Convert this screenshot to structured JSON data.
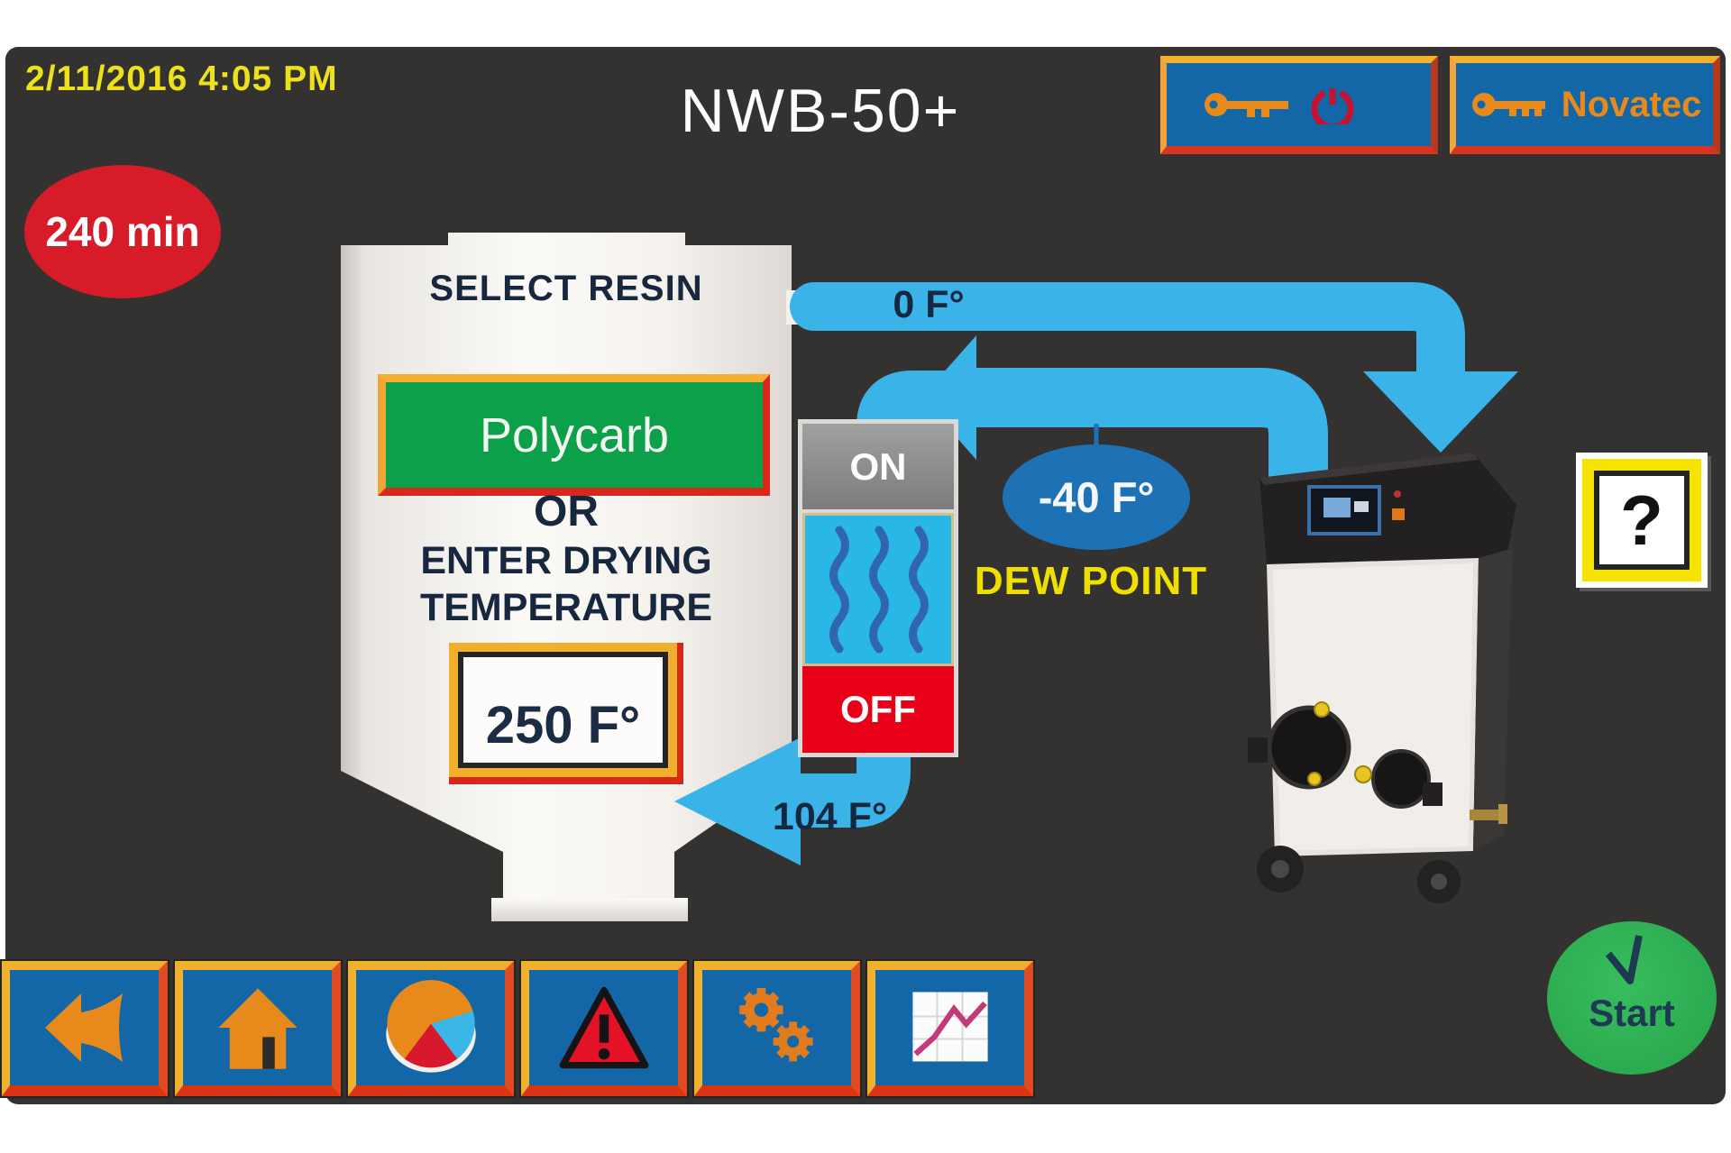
{
  "header": {
    "datetime": "2/11/2016 4:05 PM",
    "title": "NWB-50+",
    "timer_badge": "240 min"
  },
  "topbar": {
    "logout_button_icon": "key-power-icon",
    "novatec_button_label": "Novatec"
  },
  "hopper": {
    "prompt": "SELECT RESIN",
    "resin_value": "Polycarb",
    "or_label": "OR",
    "enter_line1": "ENTER DRYING",
    "enter_line2": "TEMPERATURE",
    "setpoint": "250 F°"
  },
  "heater": {
    "on_label": "ON",
    "off_label": "OFF"
  },
  "flow": {
    "supply_temp": "0 F°",
    "return_temp": "104 F°",
    "dew_point_value": "-40 F°",
    "dew_point_label": "DEW POINT"
  },
  "help_button": {
    "label": "?"
  },
  "start_button": {
    "label": "Start"
  },
  "nav": {
    "items": [
      {
        "name": "back",
        "icon": "back-arrow-icon"
      },
      {
        "name": "home",
        "icon": "home-icon"
      },
      {
        "name": "reports",
        "icon": "pie-chart-icon"
      },
      {
        "name": "alarms",
        "icon": "warning-triangle-icon"
      },
      {
        "name": "settings",
        "icon": "gears-icon"
      },
      {
        "name": "trends",
        "icon": "trend-graph-icon"
      }
    ]
  },
  "colors": {
    "panel_bg": "#343131",
    "pipe_cyan": "#3ab4e8",
    "button_blue": "#1467a6",
    "frame_orange": "#f0b02c",
    "frame_red": "#dc3418",
    "alert_red": "#d81b28",
    "resin_green": "#0da04b",
    "start_green": "#2fb355",
    "dew_blue": "#1d72b5",
    "highlight_yellow": "#f0e000"
  }
}
